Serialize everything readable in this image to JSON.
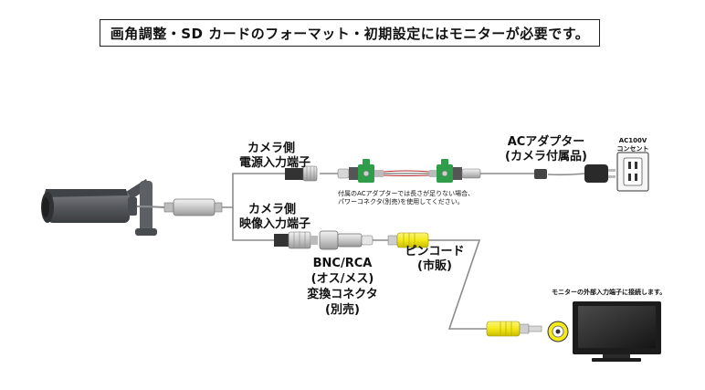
{
  "banner": {
    "text": "画角調整・SD カードのフォーマット・初期設定にはモニターが必要です。"
  },
  "labels": {
    "power_terminal_line1": "カメラ側",
    "power_terminal_line2": "電源入力端子",
    "video_terminal_line1": "カメラ側",
    "video_terminal_line2": "映像入力端子",
    "ac_adapter_line1": "ACアダプター",
    "ac_adapter_line2": "(カメラ付属品)",
    "outlet_line1": "AC100V",
    "outlet_line2": "コンセント",
    "note_line1": "付属のACアダプターでは長さが足りない場合、",
    "note_line2": "パワーコネクタ(別売)を使用してください。",
    "bnc_line1": "BNC/RCA",
    "bnc_line2": "(オス/メス)",
    "bnc_line3": "変換コネクタ",
    "bnc_line4": "(別売)",
    "pin_cord_line1": "ピンコード",
    "pin_cord_line2": "(市販)",
    "monitor_note": "モニターの外部入力端子に接続します。"
  },
  "colors": {
    "cable": "#8c8c8c",
    "camera_body": "#55585c",
    "connector_metal": "#cfcfcf",
    "rca_yellow": "#f4e91a",
    "terminal_green": "#2f9d4a",
    "monitor_black": "#1c1c1c"
  },
  "icons": {
    "camera": "bullet-camera-icon",
    "outlet": "wall-outlet-icon",
    "monitor": "monitor-icon",
    "adapter": "ac-adapter-icon"
  }
}
